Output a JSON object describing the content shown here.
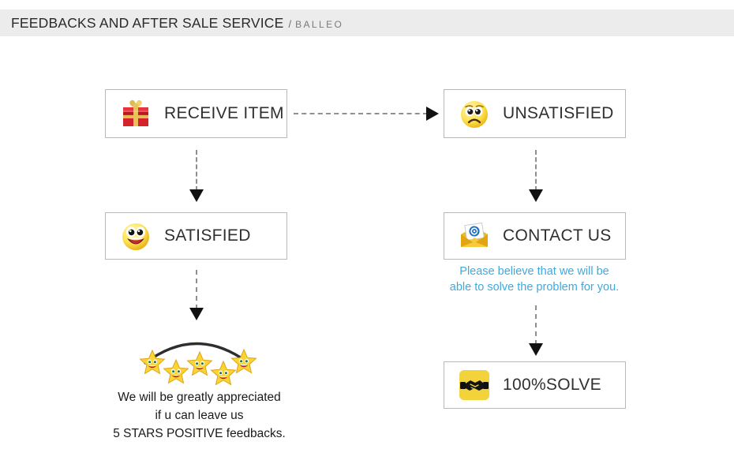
{
  "header": {
    "title": "FEEDBACKS AND AFTER SALE SERVICE",
    "separator": "/",
    "brand": "BALLEO",
    "background_color": "#ececec"
  },
  "flow": {
    "boxes": [
      {
        "id": "receive-item",
        "label": "RECEIVE ITEM",
        "icon": "gift-box-icon"
      },
      {
        "id": "unsatisfied",
        "label": "UNSATISFIED",
        "icon": "sad-face-icon"
      },
      {
        "id": "satisfied",
        "label": "SATISFIED",
        "icon": "happy-face-icon"
      },
      {
        "id": "contact-us",
        "label": "CONTACT US",
        "icon": "email-envelope-icon"
      },
      {
        "id": "solve",
        "label": "100%SOLVE",
        "icon": "handshake-icon"
      }
    ],
    "arrows": [
      {
        "id": "receive-to-unsatisfied",
        "direction": "right"
      },
      {
        "id": "receive-to-satisfied",
        "direction": "down"
      },
      {
        "id": "unsatisfied-to-contact",
        "direction": "down"
      },
      {
        "id": "satisfied-to-stars",
        "direction": "down"
      },
      {
        "id": "contact-to-solve",
        "direction": "down"
      }
    ]
  },
  "notes": {
    "contact_note_line1": "Please believe that we will be",
    "contact_note_line2": "able to solve the problem for you.",
    "contact_note_color": "#3fa9e0",
    "feedback_note_line1": "We will be greatly appreciated",
    "feedback_note_line2": "if u can leave us",
    "feedback_note_line3": "5 STARS POSITIVE feedbacks."
  },
  "rating": {
    "star_count": 5,
    "star_icon": "smiling-star-icon"
  }
}
